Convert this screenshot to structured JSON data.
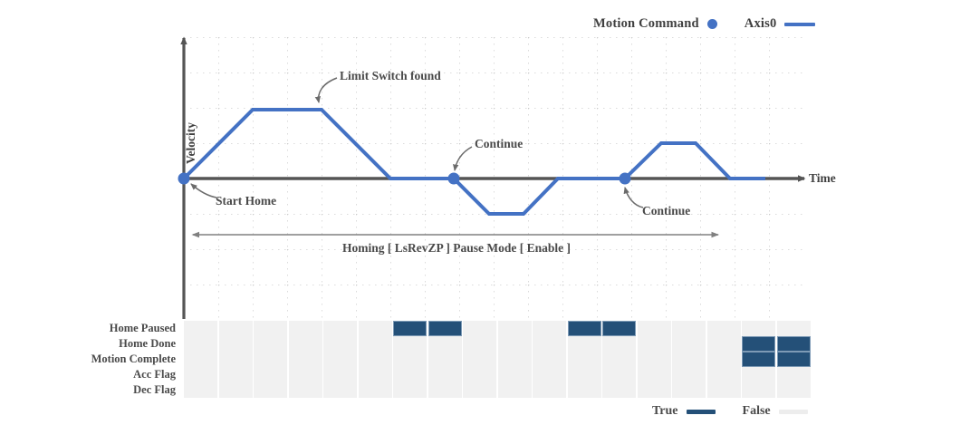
{
  "legend_top": {
    "motion_command_label": "Motion Command",
    "marker_icon": "filled-circle-marker",
    "series_label": "Axis0",
    "line_icon": "solid-line-swatch",
    "marker_color": "#4472C4",
    "line_color": "#4472C4"
  },
  "axes": {
    "y_label": "Velocity",
    "x_label": "Time"
  },
  "annotations": {
    "limit_switch": "Limit Switch found",
    "start_home": "Start Home",
    "continue_1": "Continue",
    "continue_2": "Continue",
    "homing_span": "Homing [ LsRevZP ]   Pause Mode [ Enable ]"
  },
  "signals": {
    "rows": [
      {
        "label": "Home Paused",
        "cells": [
          0,
          0,
          0,
          0,
          0,
          0,
          1,
          1,
          0,
          0,
          0,
          1,
          1,
          0,
          0,
          0,
          0,
          0
        ]
      },
      {
        "label": "Home Done",
        "cells": [
          0,
          0,
          0,
          0,
          0,
          0,
          0,
          0,
          0,
          0,
          0,
          0,
          0,
          0,
          0,
          0,
          1,
          1
        ]
      },
      {
        "label": "Motion Complete",
        "cells": [
          0,
          0,
          0,
          0,
          0,
          0,
          0,
          0,
          0,
          0,
          0,
          0,
          0,
          0,
          0,
          0,
          1,
          1
        ]
      },
      {
        "label": "Acc Flag",
        "cells": [
          0,
          0,
          0,
          0,
          0,
          0,
          0,
          0,
          0,
          0,
          0,
          0,
          0,
          0,
          0,
          0,
          0,
          0
        ]
      },
      {
        "label": "Dec Flag",
        "cells": [
          0,
          0,
          0,
          0,
          0,
          0,
          0,
          0,
          0,
          0,
          0,
          0,
          0,
          0,
          0,
          0,
          0,
          0
        ]
      }
    ],
    "true_color": "#245078",
    "false_color": "#f1f1f1"
  },
  "legend_bottom": {
    "true_label": "True",
    "false_label": "False",
    "true_color": "#245078",
    "false_color": "#ededed"
  },
  "chart_data": {
    "type": "line",
    "title": "",
    "xlabel": "Time",
    "ylabel": "Velocity",
    "grid": true,
    "legend_position": "top-right",
    "series": [
      {
        "name": "Axis0",
        "color": "#4472C4",
        "points": [
          {
            "x": 0,
            "y": 0,
            "note": "Start Home"
          },
          {
            "x": 2,
            "y": 2
          },
          {
            "x": 4,
            "y": 2,
            "note": "Limit Switch found"
          },
          {
            "x": 6,
            "y": 0
          },
          {
            "x": 8,
            "y": 0,
            "note": "Continue"
          },
          {
            "x": 9,
            "y": -1
          },
          {
            "x": 10,
            "y": -1
          },
          {
            "x": 11,
            "y": 0
          },
          {
            "x": 13,
            "y": 0,
            "note": "Continue"
          },
          {
            "x": 14,
            "y": 1
          },
          {
            "x": 15,
            "y": 1
          },
          {
            "x": 16,
            "y": 0
          },
          {
            "x": 18,
            "y": 0
          }
        ]
      }
    ],
    "markers": [
      {
        "x": 0,
        "y": 0,
        "label": "Start Home"
      },
      {
        "x": 8,
        "y": 0,
        "label": "Continue"
      },
      {
        "x": 13,
        "y": 0,
        "label": "Continue"
      }
    ],
    "span_annotation": {
      "label": "Homing [ LsRevZP ]   Pause Mode [ Enable ]",
      "x_start": 0,
      "x_end": 15.5
    }
  }
}
